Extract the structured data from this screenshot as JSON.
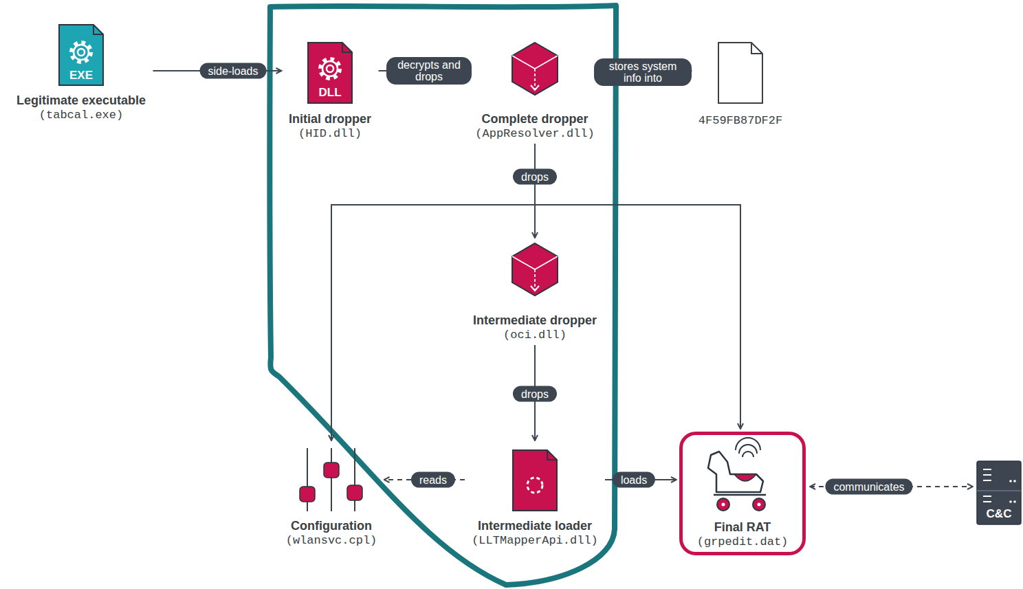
{
  "diagram": {
    "nodes": [
      {
        "text": [
          "EXE",
          "Legitimate executable",
          "(tabcal.exe)"
        ]
      },
      {
        "text": [
          "DLL",
          "Initial dropper",
          "(HID.dll)"
        ]
      },
      {
        "text": [
          "Complete dropper",
          "(AppResolver.dll)"
        ]
      },
      {
        "text": [
          "4F59FB87DF2F"
        ]
      },
      {
        "text": [
          "Intermediate dropper",
          "(oci.dll)"
        ]
      },
      {
        "text": [
          "Configuration",
          "(wlansvc.cpl)"
        ]
      },
      {
        "text": [
          "Intermediate loader",
          "(LLTMapperApi.dll)"
        ]
      },
      {
        "text": [
          "Final RAT",
          "(grpedit.dat)"
        ]
      },
      {
        "text": [
          "C&C"
        ]
      }
    ],
    "edges": [
      {
        "from": 0,
        "to": 1,
        "label": "side-loads",
        "arrow": "to"
      },
      {
        "from": 1,
        "to": 2,
        "label": "decrypts and drops",
        "arrow": "to"
      },
      {
        "from": 2,
        "to": 3,
        "label": "stores system info into",
        "arrow": "to"
      },
      {
        "from": 2,
        "to": 4,
        "label": "drops",
        "arrow": "to"
      },
      {
        "from": 4,
        "to": 6,
        "label": "drops",
        "arrow": "to"
      },
      {
        "from": 6,
        "to": 5,
        "label": "reads",
        "arrow": "to"
      },
      {
        "from": 6,
        "to": 7,
        "label": "loads",
        "arrow": "to"
      },
      {
        "from": 7,
        "to": 8,
        "label": "communicates",
        "arrow": "both"
      },
      {
        "from": 2,
        "to": 5,
        "arrow": "to"
      },
      {
        "from": 2,
        "to": 7,
        "arrow": "to"
      }
    ]
  }
}
